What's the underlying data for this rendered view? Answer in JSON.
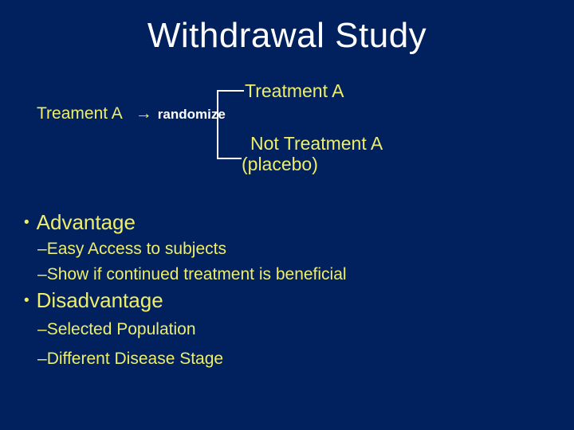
{
  "slide": {
    "title": "Withdrawal Study",
    "bullet_char": "•",
    "dash_char": "–",
    "diagram": {
      "left_label": "Treament A",
      "arrow": "→",
      "randomize_label": "randomize",
      "branch_top_label": "Treatment A",
      "branch_bottom_line1": "Not Treatment A",
      "branch_bottom_line2": "(placebo)"
    },
    "bullets": [
      {
        "label": "Advantage",
        "sub": [
          "Easy Access to subjects",
          "Show if continued treatment is beneficial"
        ]
      },
      {
        "label": "Disadvantage",
        "sub": [
          "Selected Population",
          "Different Disease Stage"
        ]
      }
    ],
    "colors": {
      "background": "#00215e",
      "title_text": "#ffffff",
      "body_text": "#eeee6b",
      "bracket_line": "#ffffff",
      "randomize_text": "#ffffff"
    }
  }
}
